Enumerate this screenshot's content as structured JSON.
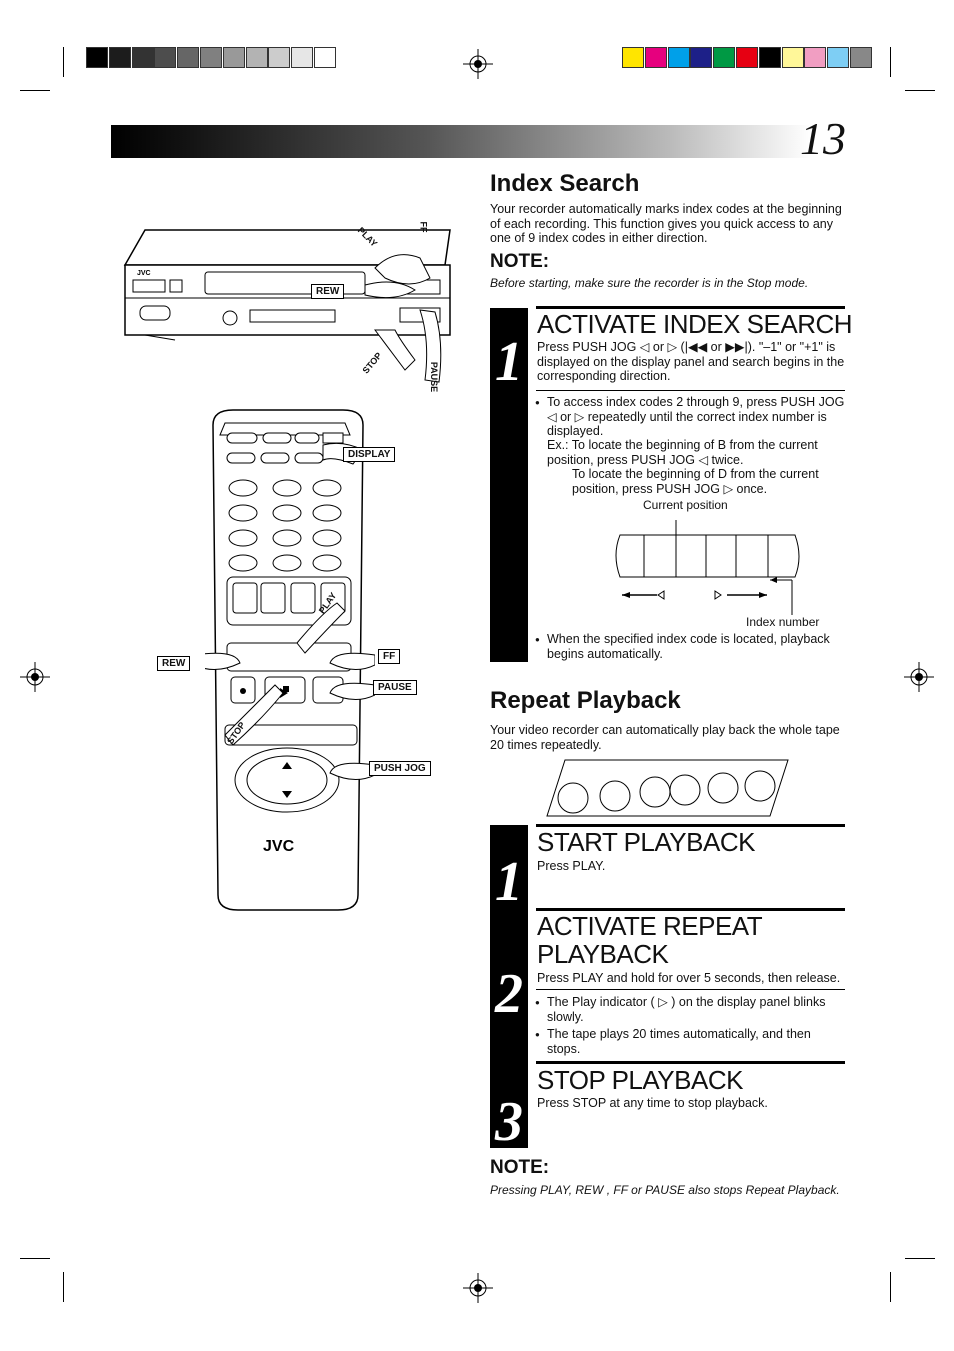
{
  "page_number": "13",
  "index_search": {
    "title": "Index Search",
    "intro": "Your recorder automatically marks index codes at the beginning of each recording. This function gives you quick access to any one of 9 index codes in either direction.",
    "note_title": "NOTE:",
    "note_text": "Before starting, make sure the recorder is in the Stop mode.",
    "step1": {
      "number": "1",
      "heading": "ACTIVATE INDEX SEARCH",
      "text": "Press PUSH JOG ◁ or ▷ (|◀◀ or ▶▶|). \"–1\" or \"+1\" is displayed on the display panel and search begins in the corresponding direction.",
      "bullet1": "To access index codes 2 through 9, press PUSH JOG ◁ or ▷ repeatedly until the correct index number is displayed.",
      "ex1": "Ex.: To locate the beginning of B from the current position, press PUSH JOG ◁ twice.",
      "ex2": "To locate the beginning of D from the current position, press PUSH JOG ▷ once.",
      "current_position": "Current position",
      "index_number": "Index number",
      "bullet2": "When the specified index code is located, playback begins automatically."
    }
  },
  "repeat_playback": {
    "title": "Repeat Playback",
    "intro": "Your video recorder can automatically play back the whole tape 20 times repeatedly.",
    "step1": {
      "number": "1",
      "heading": "START PLAYBACK",
      "text": "Press PLAY."
    },
    "step2": {
      "number": "2",
      "heading": "ACTIVATE REPEAT PLAYBACK",
      "text": "Press PLAY and hold for over 5 seconds, then release.",
      "bullet1": "The Play indicator ( ▷ ) on the display panel blinks slowly.",
      "bullet2": "The tape plays 20 times automatically, and then stops."
    },
    "step3": {
      "number": "3",
      "heading": "STOP PLAYBACK",
      "text": "Press STOP at any time to stop playback."
    },
    "note_title": "NOTE:",
    "note_text": "Pressing PLAY, REW , FF or PAUSE also stops Repeat Playback."
  },
  "vcr_labels": {
    "play": "PLAY",
    "ff": "FF",
    "rew": "REW",
    "stop": "STOP",
    "pause": "PAUSE",
    "brand": "JVC"
  },
  "remote_labels": {
    "display": "DISPLAY",
    "play": "PLAY",
    "rew": "REW",
    "ff": "FF",
    "pause": "PAUSE",
    "stop": "STOP",
    "push_jog": "PUSH JOG",
    "brand": "JVC"
  },
  "colors": {
    "gray_bar": [
      "#000000",
      "#1c1c1c",
      "#333333",
      "#4d4d4d",
      "#666666",
      "#808080",
      "#999999",
      "#b3b3b3",
      "#cccccc",
      "#e6e6e6",
      "#ffffff"
    ],
    "color_bar": [
      "#ffe500",
      "#e6007e",
      "#00a0e9",
      "#1d2088",
      "#009944",
      "#e60012",
      "#000000",
      "#fff799",
      "#f19ec2",
      "#7ecef4",
      "#888888"
    ]
  }
}
